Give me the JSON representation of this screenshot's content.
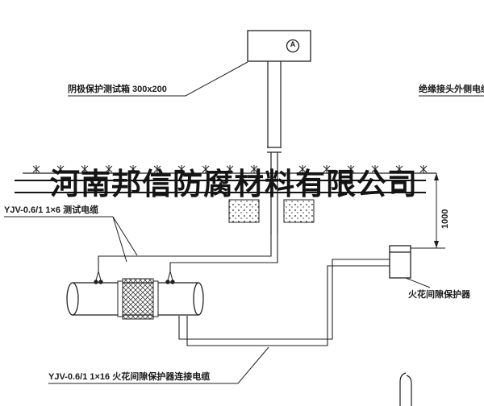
{
  "watermark": {
    "text": "河南邦信防腐材料有限公司"
  },
  "diagram": {
    "test_box_label": "阴极保护测试箱 300x200",
    "ammeter_letter": "A",
    "right_cable_label": "绝缘接头外侧电缆",
    "test_cable_label": "YJV-0.6/1 1×6  测试电缆",
    "protector_cable_label": "YJV-0.6/1 1×16  火花间隙保护器连接电缆",
    "protector_label": "火花间隙保护器",
    "dimension": "1000"
  },
  "colors": {
    "line": "#1f1f1f",
    "background": "#ffffff"
  }
}
